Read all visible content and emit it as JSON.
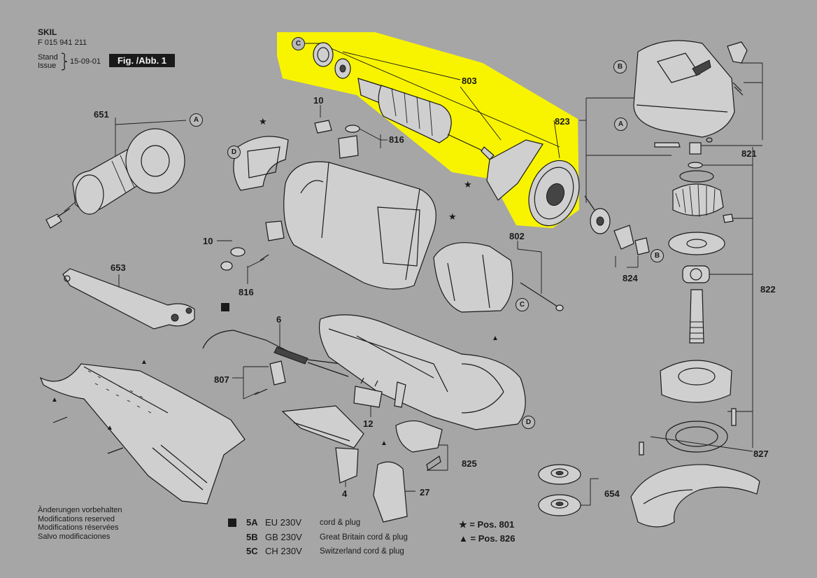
{
  "header": {
    "brand": "SKIL",
    "part_number": "F 015 941 211",
    "stand": "Stand",
    "issue": "Issue",
    "date": "15-09-01",
    "figure": "Fig. /Abb. 1"
  },
  "highlight_color": "#f8f400",
  "part_labels": [
    "651",
    "10",
    "816",
    "803",
    "823",
    "821",
    "10",
    "816",
    "653",
    "802",
    "824",
    "822",
    "6",
    "807",
    "12",
    "825",
    "4",
    "27",
    "654",
    "827"
  ],
  "callouts": [
    "C",
    "B",
    "A",
    "A",
    "D",
    "C",
    "B",
    "D"
  ],
  "notes": [
    "Änderungen vorbehalten",
    "Modifications reserved",
    "Modifications réservées",
    "Salvo modificaciones"
  ],
  "legend": [
    {
      "code": "5A",
      "voltage": "EU 230V",
      "desc": "cord & plug",
      "marker": "black-square"
    },
    {
      "code": "5B",
      "voltage": "GB 230V",
      "desc": "Great Britain cord & plug"
    },
    {
      "code": "5C",
      "voltage": "CH 230V",
      "desc": "Switzerland cord & plug"
    }
  ],
  "positions": [
    {
      "symbol": "★",
      "text": "= Pos. 801"
    },
    {
      "symbol": "▲",
      "text": "= Pos. 826"
    }
  ]
}
